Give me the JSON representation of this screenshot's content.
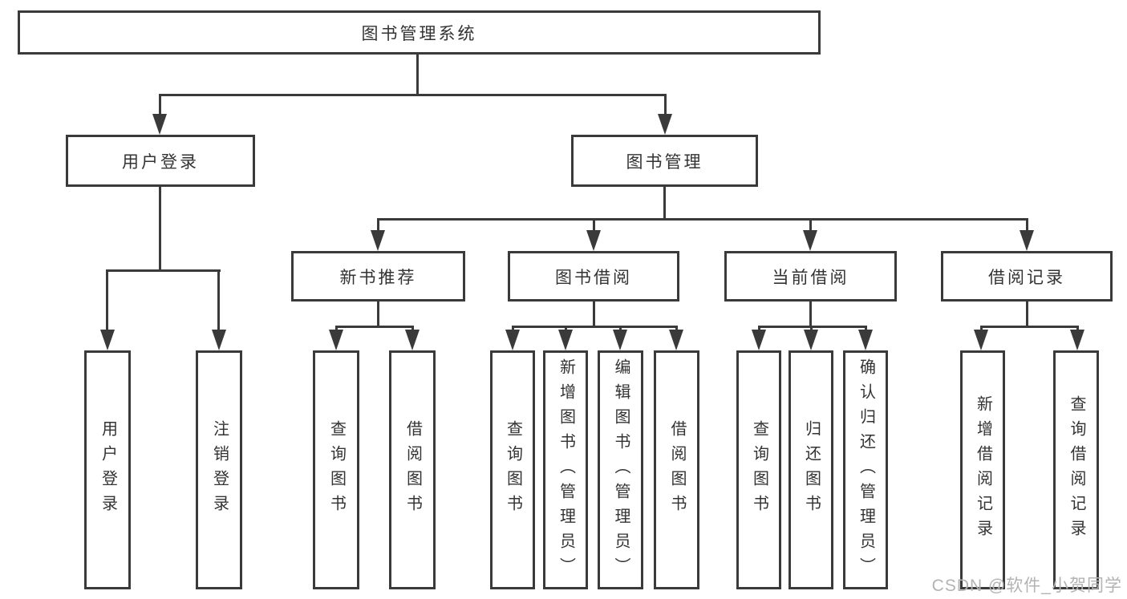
{
  "diagram_title": "图书管理系统",
  "nodes": {
    "root": {
      "label": "图书管理系统",
      "level": 1
    },
    "user_login": {
      "label": "用户登录",
      "level": 2
    },
    "book_mgmt": {
      "label": "图书管理",
      "level": 2
    },
    "new_book_rec": {
      "label": "新书推荐",
      "level": 3
    },
    "book_borrow": {
      "label": "图书借阅",
      "level": 3
    },
    "current_borrow": {
      "label": "当前借阅",
      "level": 3
    },
    "borrow_records": {
      "label": "借阅记录",
      "level": 3
    },
    "leaf_user_login": {
      "label": "用户登录",
      "level": 4
    },
    "leaf_logout": {
      "label": "注销登录",
      "level": 4
    },
    "leaf_rec_query": {
      "label": "查询图书",
      "level": 4
    },
    "leaf_rec_borrow": {
      "label": "借阅图书",
      "level": 4
    },
    "leaf_bb_query": {
      "label": "查询图书",
      "level": 4
    },
    "leaf_bb_add": {
      "label": "新增图书（管理员）",
      "level": 4
    },
    "leaf_bb_edit": {
      "label": "编辑图书（管理员）",
      "level": 4
    },
    "leaf_bb_borrow": {
      "label": "借阅图书",
      "level": 4
    },
    "leaf_cb_query": {
      "label": "查询图书",
      "level": 4
    },
    "leaf_cb_return": {
      "label": "归还图书",
      "level": 4
    },
    "leaf_cb_confirm": {
      "label": "确认归还（管理员）",
      "level": 4
    },
    "leaf_br_add": {
      "label": "新增借阅记录",
      "level": 4
    },
    "leaf_br_query": {
      "label": "查询借阅记录",
      "level": 4
    }
  },
  "hierarchy": {
    "label": "图书管理系统",
    "children": [
      {
        "label": "用户登录",
        "children": [
          {
            "label": "用户登录"
          },
          {
            "label": "注销登录"
          }
        ]
      },
      {
        "label": "图书管理",
        "children": [
          {
            "label": "新书推荐",
            "children": [
              {
                "label": "查询图书"
              },
              {
                "label": "借阅图书"
              }
            ]
          },
          {
            "label": "图书借阅",
            "children": [
              {
                "label": "查询图书"
              },
              {
                "label": "新增图书（管理员）"
              },
              {
                "label": "编辑图书（管理员）"
              },
              {
                "label": "借阅图书"
              }
            ]
          },
          {
            "label": "当前借阅",
            "children": [
              {
                "label": "查询图书"
              },
              {
                "label": "归还图书"
              },
              {
                "label": "确认归还（管理员）"
              }
            ]
          },
          {
            "label": "借阅记录",
            "children": [
              {
                "label": "新增借阅记录"
              },
              {
                "label": "查询借阅记录"
              }
            ]
          }
        ]
      }
    ]
  },
  "watermark": {
    "text": "CSDN @软件_小贺同学"
  },
  "colors": {
    "line": "#3a3a3a",
    "text": "#333333",
    "watermark": "#b3b3b3",
    "background": "#ffffff"
  }
}
